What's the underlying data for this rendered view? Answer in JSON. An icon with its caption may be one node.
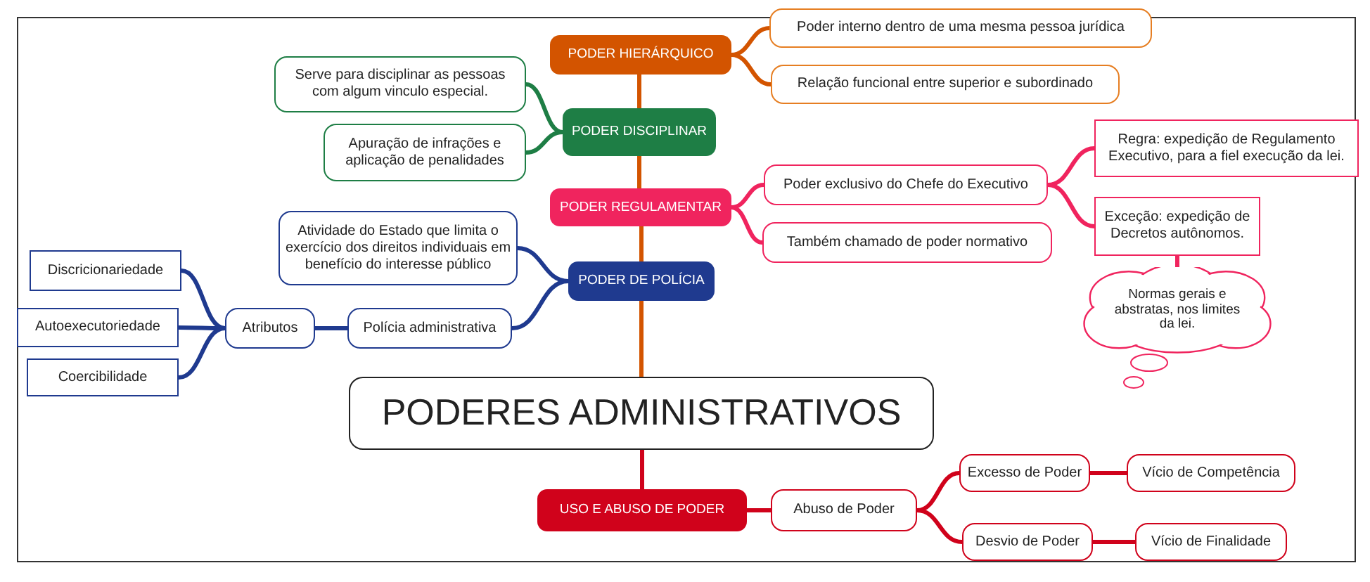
{
  "diagram": {
    "nodes": [
      {
        "text": [
          "PODERES ADMINISTRATIVOS"
        ]
      },
      {
        "text": [
          "PODER HIERÁRQUICO"
        ]
      },
      {
        "text": [
          "Poder interno dentro de uma mesma pessoa jurídica"
        ]
      },
      {
        "text": [
          "Relação funcional entre superior e subordinado"
        ]
      },
      {
        "text": [
          "PODER DISCIPLINAR"
        ]
      },
      {
        "text": [
          "Serve para disciplinar as pessoas com algum vinculo especial."
        ]
      },
      {
        "text": [
          "Apuração de infrações e aplicação de penalidades"
        ]
      },
      {
        "text": [
          "PODER REGULAMENTAR"
        ]
      },
      {
        "text": [
          "Poder exclusivo do Chefe do Executivo"
        ]
      },
      {
        "text": [
          "Também chamado de poder normativo"
        ]
      },
      {
        "text": [
          "Regra: expedição de Regulamento Executivo, para a fiel execução da lei."
        ]
      },
      {
        "text": [
          "Exceção: expedição de Decretos autônomos."
        ]
      },
      {
        "text": [
          "Normas gerais e abstratas, nos limites da lei."
        ]
      },
      {
        "text": [
          "PODER DE POLÍCIA"
        ]
      },
      {
        "text": [
          "Atividade do Estado que limita o exercício dos direitos individuais em benefício do interesse público"
        ]
      },
      {
        "text": [
          "Polícia administrativa"
        ]
      },
      {
        "text": [
          "Atributos"
        ]
      },
      {
        "text": [
          "Discricionariedade"
        ]
      },
      {
        "text": [
          "Autoexecutoriedade"
        ]
      },
      {
        "text": [
          "Coercibilidade"
        ]
      },
      {
        "text": [
          "USO E ABUSO DE PODER"
        ]
      },
      {
        "text": [
          "Abuso de Poder"
        ]
      },
      {
        "text": [
          "Excesso de Poder"
        ]
      },
      {
        "text": [
          "Desvio de Poder"
        ]
      },
      {
        "text": [
          "Vício de Competência"
        ]
      },
      {
        "text": [
          "Vício de Finalidade"
        ]
      }
    ],
    "edges": [
      {
        "from": 0,
        "to": 13,
        "arrow": "none",
        "color": "#d35400"
      },
      {
        "from": 13,
        "to": 7,
        "arrow": "none",
        "color": "#d35400"
      },
      {
        "from": 7,
        "to": 4,
        "arrow": "none",
        "color": "#d35400"
      },
      {
        "from": 4,
        "to": 1,
        "arrow": "none",
        "color": "#d35400"
      },
      {
        "from": 1,
        "to": 2,
        "arrow": "none",
        "color": "#d35400"
      },
      {
        "from": 1,
        "to": 3,
        "arrow": "none",
        "color": "#d35400"
      },
      {
        "from": 4,
        "to": 5,
        "arrow": "none",
        "color": "#1e7e45"
      },
      {
        "from": 4,
        "to": 6,
        "arrow": "none",
        "color": "#1e7e45"
      },
      {
        "from": 7,
        "to": 8,
        "arrow": "none",
        "color": "#f0245e"
      },
      {
        "from": 7,
        "to": 9,
        "arrow": "none",
        "color": "#f0245e"
      },
      {
        "from": 8,
        "to": 10,
        "arrow": "none",
        "color": "#f0245e"
      },
      {
        "from": 8,
        "to": 11,
        "arrow": "none",
        "color": "#f0245e"
      },
      {
        "from": 11,
        "to": 12,
        "arrow": "none",
        "color": "#f0245e"
      },
      {
        "from": 13,
        "to": 14,
        "arrow": "none",
        "color": "#1f3a8f"
      },
      {
        "from": 13,
        "to": 15,
        "arrow": "none",
        "color": "#1f3a8f"
      },
      {
        "from": 15,
        "to": 16,
        "arrow": "none",
        "color": "#1f3a8f"
      },
      {
        "from": 16,
        "to": 17,
        "arrow": "none",
        "color": "#1f3a8f"
      },
      {
        "from": 16,
        "to": 18,
        "arrow": "none",
        "color": "#1f3a8f"
      },
      {
        "from": 16,
        "to": 19,
        "arrow": "none",
        "color": "#1f3a8f"
      },
      {
        "from": 0,
        "to": 20,
        "arrow": "none",
        "color": "#d0021b"
      },
      {
        "from": 20,
        "to": 21,
        "arrow": "none",
        "color": "#d0021b"
      },
      {
        "from": 21,
        "to": 22,
        "arrow": "none",
        "color": "#d0021b"
      },
      {
        "from": 21,
        "to": 23,
        "arrow": "none",
        "color": "#d0021b"
      },
      {
        "from": 22,
        "to": 24,
        "arrow": "none",
        "color": "#d0021b"
      },
      {
        "from": 23,
        "to": 25,
        "arrow": "none",
        "color": "#d0021b"
      }
    ]
  }
}
